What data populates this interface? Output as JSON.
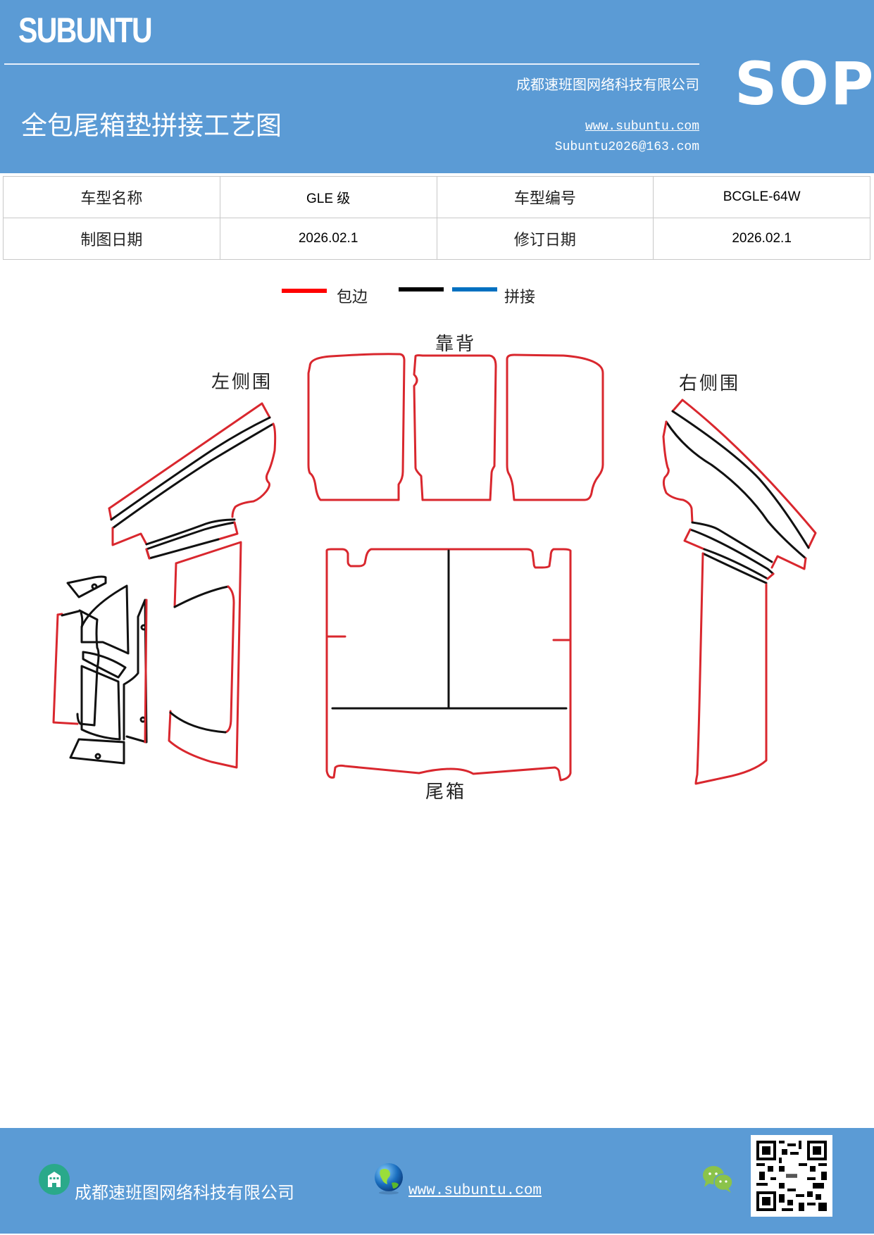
{
  "header": {
    "brand": "SUBUNTU",
    "title": "全包尾箱垫拼接工艺图",
    "company": "成都速班图网络科技有限公司",
    "website": "www.subuntu.com",
    "email": "Subuntu2026@163.com",
    "badge": "SOP",
    "color": "#5b9bd5"
  },
  "info_table": {
    "rows": [
      [
        {
          "label": "车型名称",
          "value": "GLE 级"
        },
        {
          "label": "车型编号",
          "value": "BCGLE-64W"
        }
      ],
      [
        {
          "label": "制图日期",
          "value": "2026.02.1"
        },
        {
          "label": "修订日期",
          "value": "2026.02.1"
        }
      ]
    ]
  },
  "legend": {
    "items": [
      {
        "label": "包边",
        "color": "#ff0000"
      },
      {
        "label": "",
        "color": "#000000"
      },
      {
        "label": "拼接",
        "color": "#0070c0"
      }
    ]
  },
  "diagram": {
    "labels": {
      "left_side": "左侧围",
      "backrest": "靠背",
      "right_side": "右侧围",
      "trunk": "尾箱"
    },
    "colors": {
      "edge": "#d9272e",
      "seam": "#111111"
    }
  },
  "footer": {
    "company": "成都速班图网络科技有限公司",
    "website": "www.subuntu.com"
  }
}
